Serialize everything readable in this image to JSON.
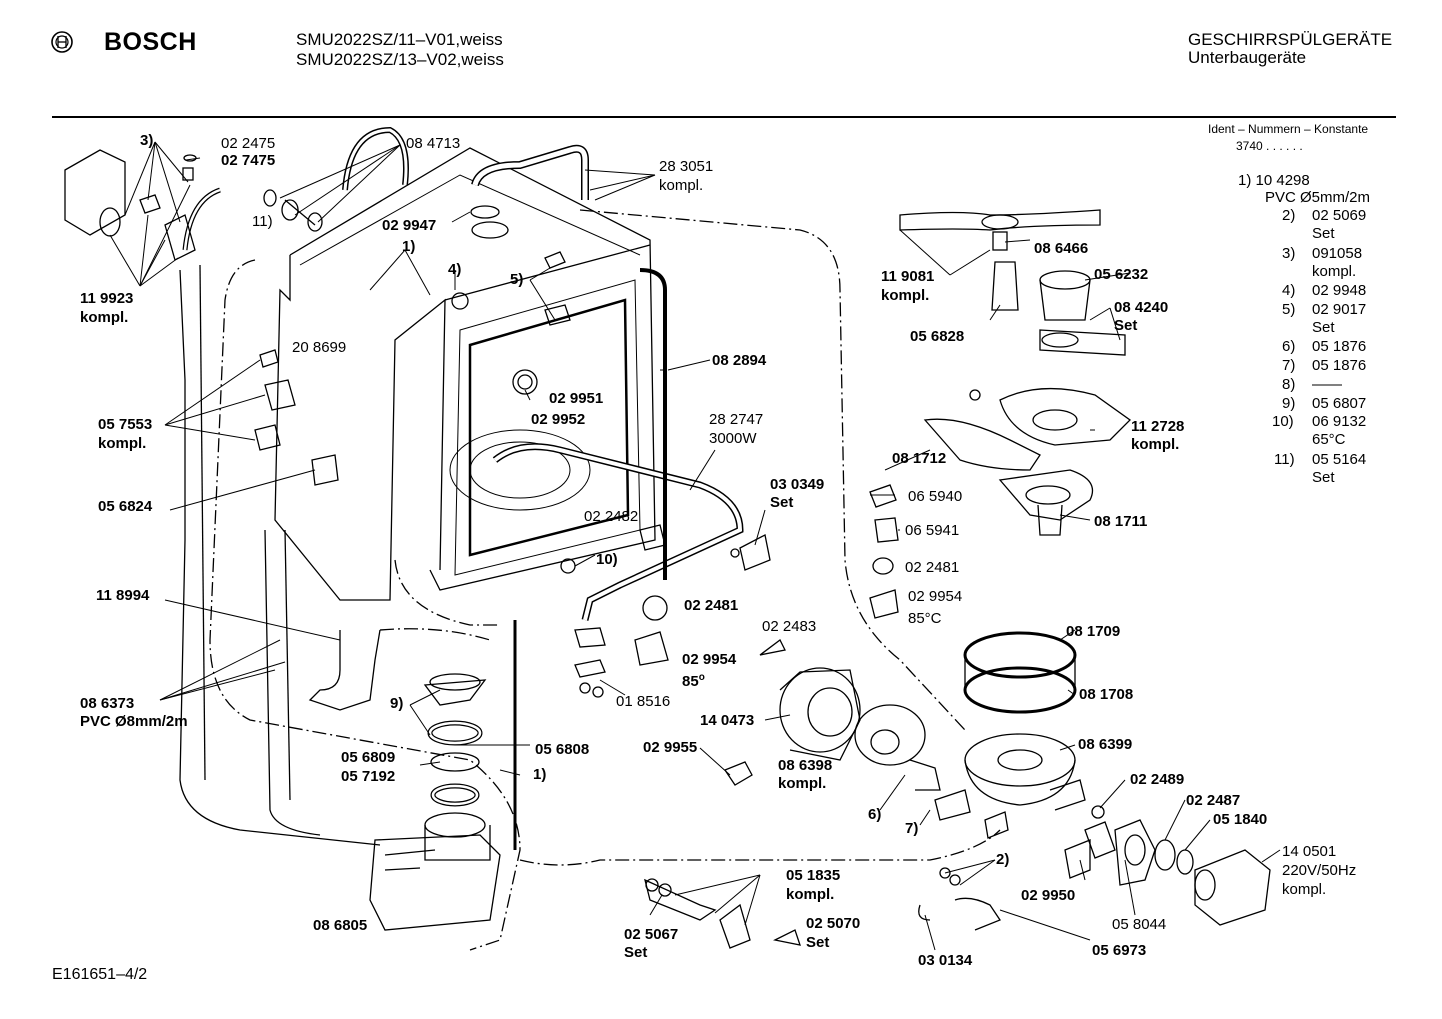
{
  "header": {
    "brand": "BOSCH",
    "models": [
      "SMU2022SZ/11–V01,weiss",
      "SMU2022SZ/13–V02,weiss"
    ],
    "category": "GESCHIRRSPÜLGERÄTE",
    "subcategory": "Unterbaugeräte"
  },
  "ident": {
    "title": "Ident – Nummern – Konstante",
    "code": "3740 . .  . . . ."
  },
  "legend": [
    {
      "num": "1)",
      "lines": [
        "10 4298"
      ]
    },
    {
      "num": "",
      "lines": [
        "PVC   Ø5mm/2m"
      ]
    },
    {
      "num": "2)",
      "lines": [
        "02 5069",
        "Set"
      ]
    },
    {
      "num": "3)",
      "lines": [
        "091058",
        "kompl."
      ]
    },
    {
      "num": "4)",
      "lines": [
        "02 9948"
      ]
    },
    {
      "num": "5)",
      "lines": [
        "02 9017",
        "Set"
      ]
    },
    {
      "num": "6)",
      "lines": [
        "05 1876"
      ]
    },
    {
      "num": "7)",
      "lines": [
        "05 1876"
      ]
    },
    {
      "num": "8)",
      "lines": [
        "——"
      ]
    },
    {
      "num": "9)",
      "lines": [
        "05 6807"
      ]
    },
    {
      "num": "10)",
      "lines": [
        "06 9132",
        "65°C"
      ]
    },
    {
      "num": "11)",
      "lines": [
        "05 5164",
        "Set"
      ]
    }
  ],
  "labels": {
    "l3": "3)",
    "p022475": "02 2475",
    "p027475": "02 7475",
    "p084713": "08 4713",
    "p283051": "28 3051",
    "kompl_a": "kompl.",
    "p029947": "02 9947",
    "l11": "11)",
    "l1a": "1)",
    "l4": "4)",
    "l5": "5)",
    "p119923": "11 9923",
    "kompl_b": "kompl.",
    "p208699": "20 8699",
    "p082894": "08 2894",
    "p029951": "02 9951",
    "p029952": "02 9952",
    "p057553": "05 7553",
    "kompl_c": "kompl.",
    "p282747": "28 2747",
    "w3000": "3000W",
    "p056824": "05 6824",
    "p030349": "03 0349",
    "set_a": "Set",
    "p022482": "02 2482",
    "l10": "10)",
    "p118994": "11 8994",
    "p022481a": "02 2481",
    "p022483": "02 2483",
    "p029954a": "02 9954",
    "deg85a": "85",
    "p086373": "08 6373",
    "pvc8": "PVC Ø8mm/2m",
    "p018516": "01 8516",
    "l9": "9)",
    "p140473": "14 0473",
    "p056809": "05 6809",
    "p056808": "05 6808",
    "p057192": "05 7192",
    "l1b": "1)",
    "p029955": "02 9955",
    "p086398": "08 6398",
    "kompl_d": "kompl.",
    "p086805": "08 6805",
    "p051835": "05 1835",
    "kompl_e": "kompl.",
    "p025067": "02 5067",
    "set_b": "Set",
    "p025070": "02 5070",
    "set_c": "Set",
    "p086466": "08 6466",
    "p119081": "11 9081",
    "kompl_f": "kompl.",
    "p056232": "05 6232",
    "p084240": "08 4240",
    "set_d": "Set",
    "p056828": "05 6828",
    "p112728": "11 2728",
    "kompl_g": "kompl.",
    "p081712": "08 1712",
    "p065940": "06 5940",
    "p065941": "06 5941",
    "p081711": "08 1711",
    "p022481b": "02 2481",
    "p029954b": "02 9954",
    "deg85b": "85°C",
    "p081709": "08 1709",
    "p081708": "08 1708",
    "p086399": "08 6399",
    "l6": "6)",
    "l7": "7)",
    "p022489": "02 2489",
    "p022487": "02 2487",
    "p051840": "05 1840",
    "p140501": "14 0501",
    "volt": "220V/50Hz",
    "kompl_h": "kompl.",
    "l2": "2)",
    "p029950": "02 9950",
    "p058044": "05 8044",
    "p030134": "03 0134",
    "p056973": "05 6973"
  },
  "footer": {
    "ref": "E161651–4/2"
  }
}
